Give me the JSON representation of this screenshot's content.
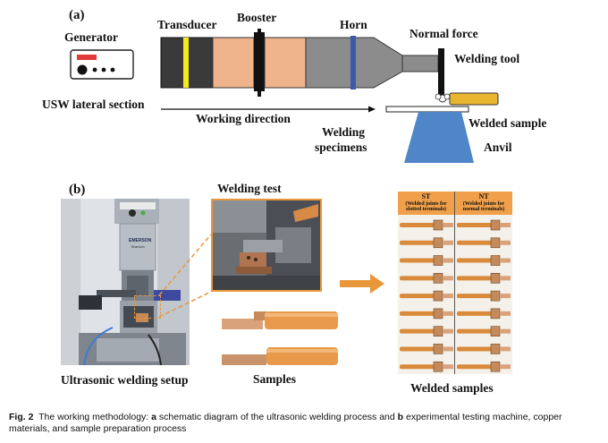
{
  "panel_a": {
    "letter": "(a)",
    "labels": {
      "generator": "Generator",
      "transducer": "Transducer",
      "booster": "Booster",
      "horn": "Horn",
      "normal_force": "Normal force",
      "welding_tool": "Welding tool",
      "usw_lateral_section": "USW lateral section",
      "working_direction": "Working direction",
      "welded_sample": "Welded sample",
      "welding_specimens_line1": "Welding",
      "welding_specimens_line2": "specimens",
      "anvil": "Anvil"
    },
    "colors": {
      "transducer_body": "#3a3a3a",
      "transducer_stripe": "#f2ea1c",
      "booster_body": "#f0b48c",
      "booster_clamp": "#111111",
      "horn_body": "#8c8c8c",
      "horn_stripe": "#3b5aa8",
      "generator_display": "#e23a3a",
      "sample_gold": "#e8b530",
      "anvil_blue": "#4f86c8"
    }
  },
  "panel_b": {
    "letter": "(b)",
    "labels": {
      "welding_test": "Welding test",
      "ultrasonic_setup": "Ultrasonic welding setup",
      "samples": "Samples",
      "welded_samples": "Welded samples"
    },
    "machine_brand": "EMERSON",
    "machine_sub": "Branson",
    "table": {
      "col1_title": "ST",
      "col1_sub": "(Welded joints for slotted terminals)",
      "col2_title": "NT",
      "col2_sub": "(Welded joints for normal terminals)",
      "rows": 9
    },
    "colors": {
      "arrow": "#e8973a",
      "table_header": "#f0a04a",
      "wire": "#d98a3a",
      "copper": "#c48a5c"
    }
  },
  "caption": {
    "figno": "Fig. 2",
    "pre_a": "The working methodology: ",
    "a": "a",
    "mid": " schematic diagram of the ultrasonic welding process and ",
    "b": "b",
    "post": " experimental testing machine, copper materials, and sample preparation process"
  }
}
